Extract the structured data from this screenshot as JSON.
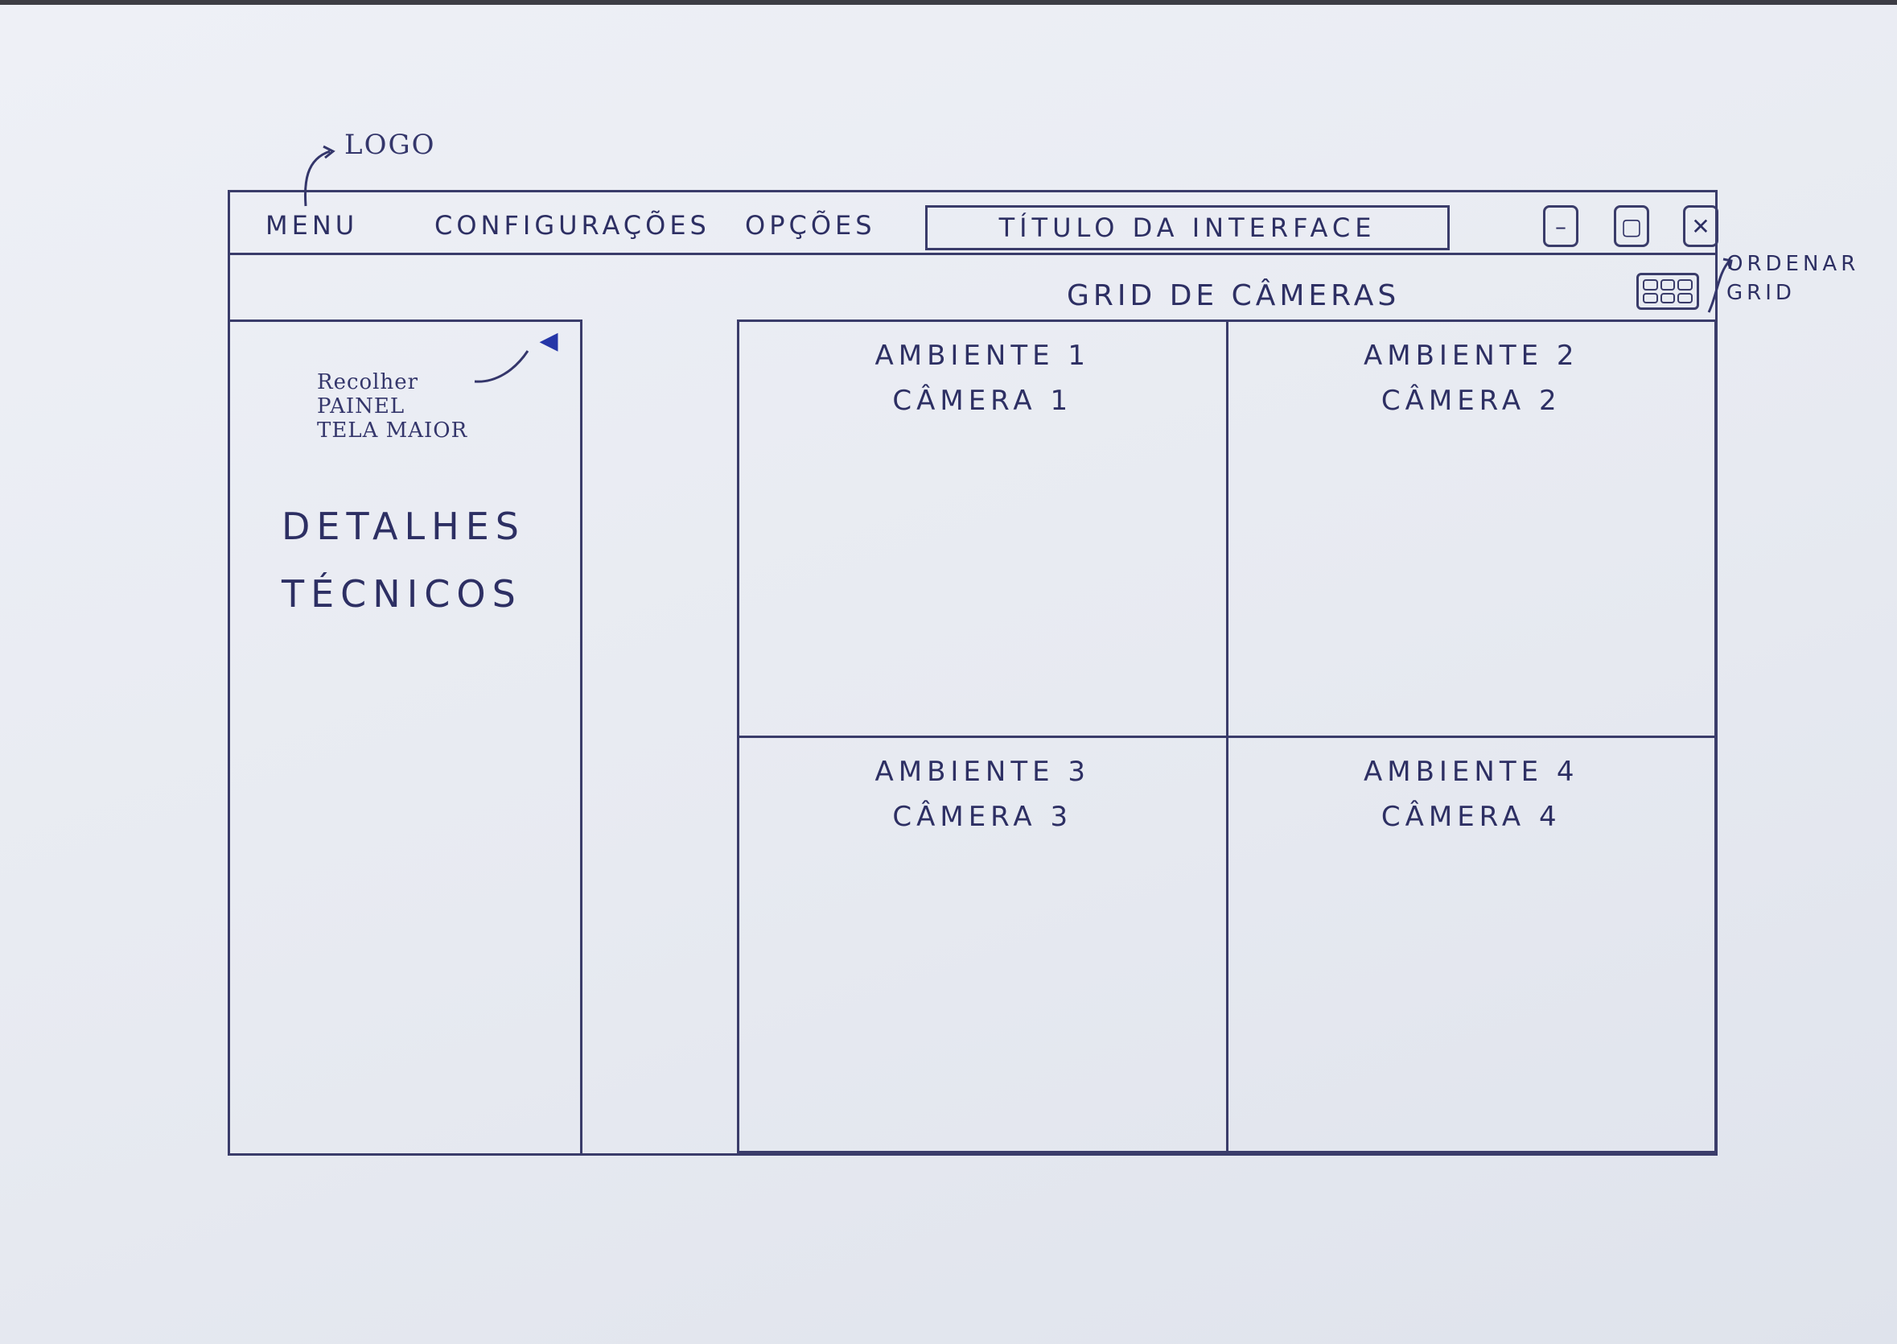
{
  "annotations": {
    "logo": "LOGO",
    "collapse_panel": [
      "Recolher",
      "PAINEL",
      "TELA MAIOR"
    ],
    "order_grid": [
      "ORDENAR",
      "GRID"
    ]
  },
  "menubar": {
    "items": [
      {
        "label": "MENU"
      },
      {
        "label": "CONFIGURAÇÕES"
      },
      {
        "label": "OPÇÕES"
      }
    ],
    "title": "TÍTULO DA INTERFACE",
    "window_controls": {
      "minimize": "–",
      "maximize": "▢",
      "close": "✕"
    }
  },
  "grid_header": {
    "title": "GRID DE CÂMERAS"
  },
  "panel": {
    "collapse_icon": "◀",
    "details_line1": "DETALHES",
    "details_line2": "TÉCNICOS"
  },
  "cameras": [
    {
      "env": "AMBIENTE 1",
      "cam": "CÂMERA 1"
    },
    {
      "env": "AMBIENTE 2",
      "cam": "CÂMERA 2"
    },
    {
      "env": "AMBIENTE 3",
      "cam": "CÂMERA 3"
    },
    {
      "env": "AMBIENTE 4",
      "cam": "CÂMERA 4"
    }
  ],
  "colors": {
    "ink": "#2d2f63",
    "accent": "#2536a8",
    "paper": "#e9ecf3"
  }
}
